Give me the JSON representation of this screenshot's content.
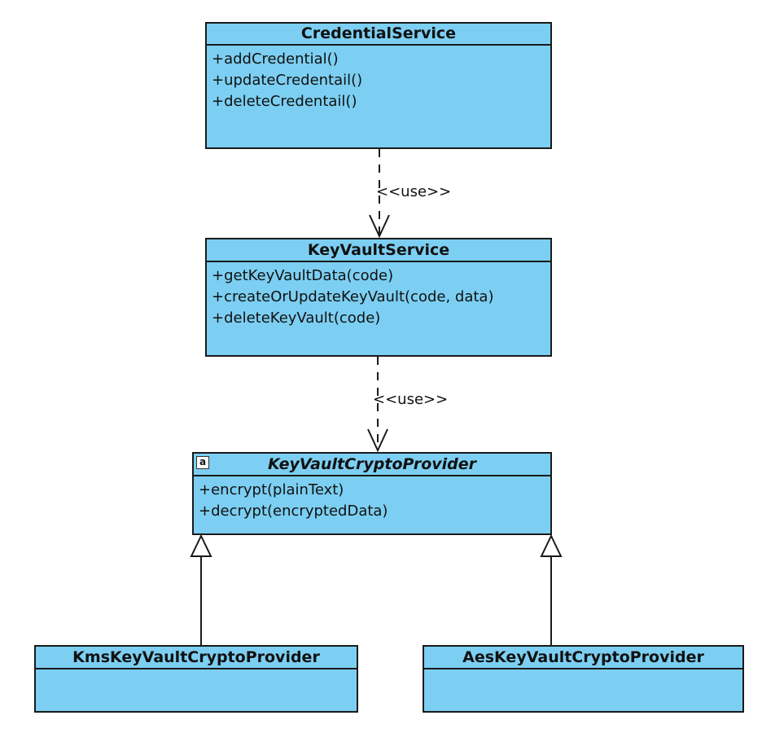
{
  "classes": {
    "credential_service": {
      "name": "CredentialService",
      "operations": [
        "+addCredential()",
        "+updateCredentail()",
        "+deleteCredentail()"
      ]
    },
    "key_vault_service": {
      "name": "KeyVaultService",
      "operations": [
        "+getKeyVaultData(code)",
        "+createOrUpdateKeyVault(code, data)",
        "+deleteKeyVault(code)"
      ]
    },
    "key_vault_crypto_provider": {
      "name": "KeyVaultCryptoProvider",
      "abstract_badge": "a",
      "operations": [
        "+encrypt(plainText)",
        "+decrypt(encryptedData)"
      ]
    },
    "kms_provider": {
      "name": "KmsKeyVaultCryptoProvider"
    },
    "aes_provider": {
      "name": "AesKeyVaultCryptoProvider"
    }
  },
  "relations": {
    "use_1": "<<use>>",
    "use_2": "<<use>>"
  },
  "colors": {
    "class_fill": "#7ccff2",
    "border": "#1a1a1a"
  }
}
